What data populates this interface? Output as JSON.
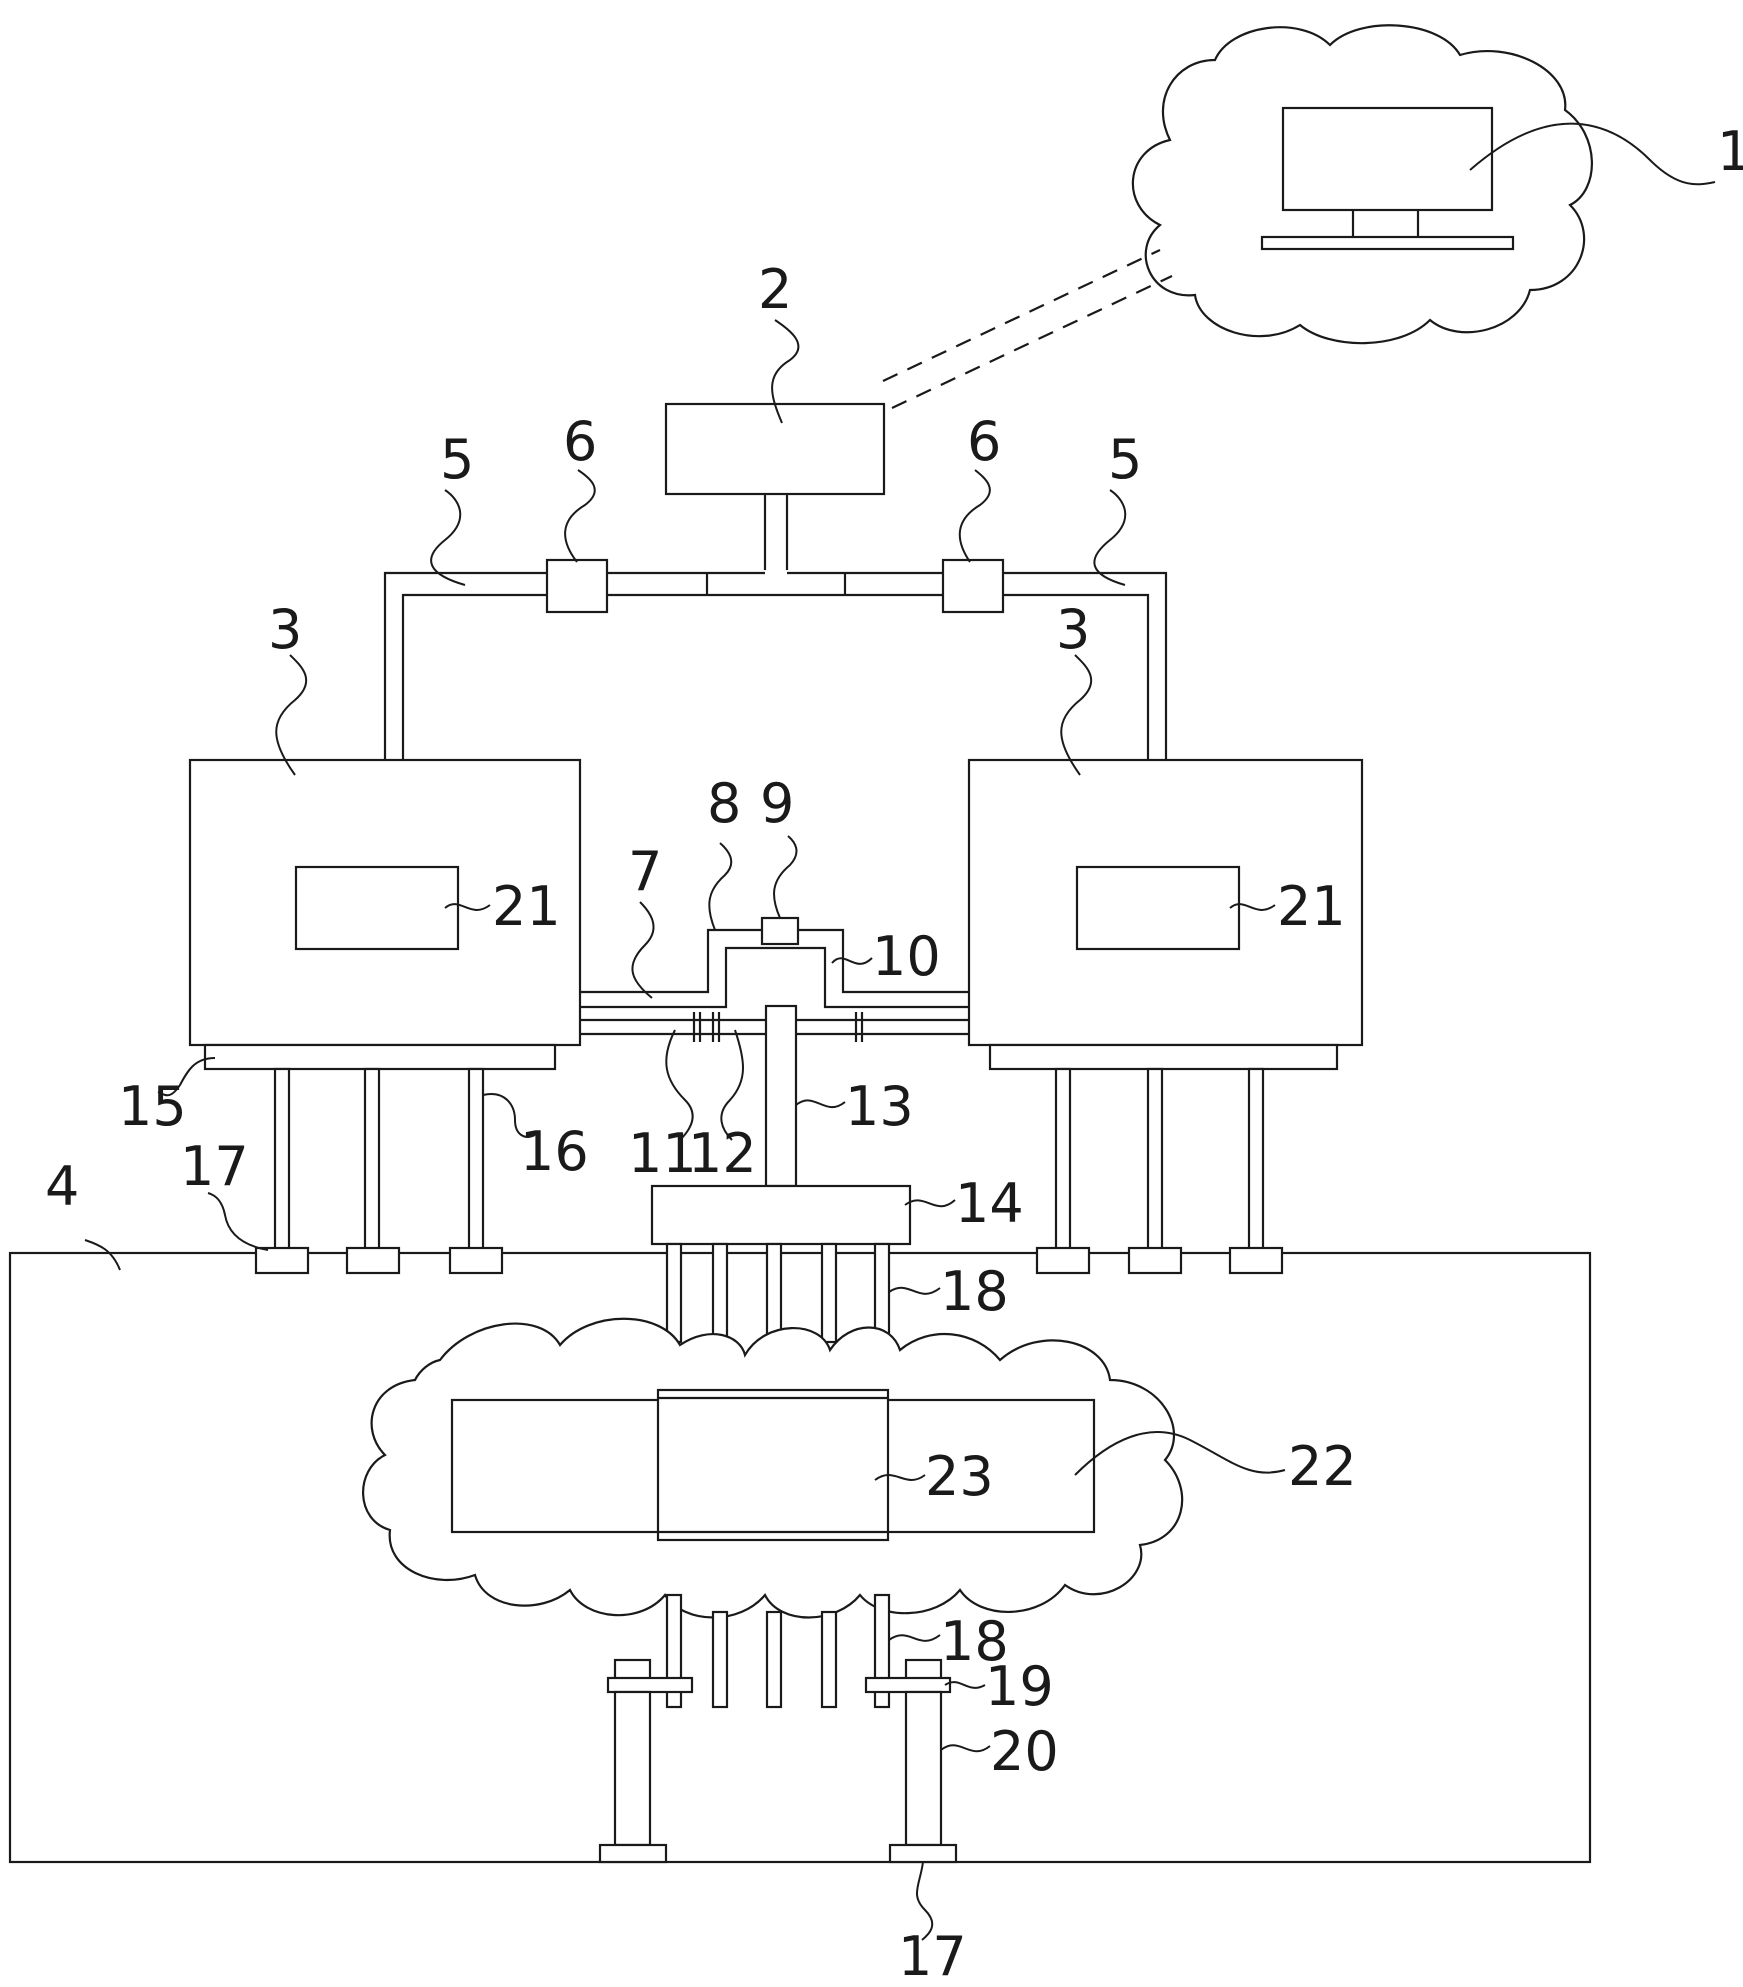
{
  "labels": {
    "computer": "1",
    "controller": "2",
    "cabinet_left": "3",
    "cabinet_right": "3",
    "base": "4",
    "pipe_left": "5",
    "pipe_right": "5",
    "valve_left": "6",
    "valve_right": "6",
    "pipe_7": "7",
    "pipe_8": "8",
    "part_9": "9",
    "pipe_10": "10",
    "part_11": "11",
    "part_12": "12",
    "column_13": "13",
    "plate_14": "14",
    "frame_15": "15",
    "leg_16": "16",
    "foot_17_top": "17",
    "foot_17_bottom": "17",
    "rods_18_top": "18",
    "rods_18_bottom": "18",
    "flange_19": "19",
    "post_20": "20",
    "screen_21_left": "21",
    "screen_21_right": "21",
    "zone_22": "22",
    "sample_23": "23"
  }
}
